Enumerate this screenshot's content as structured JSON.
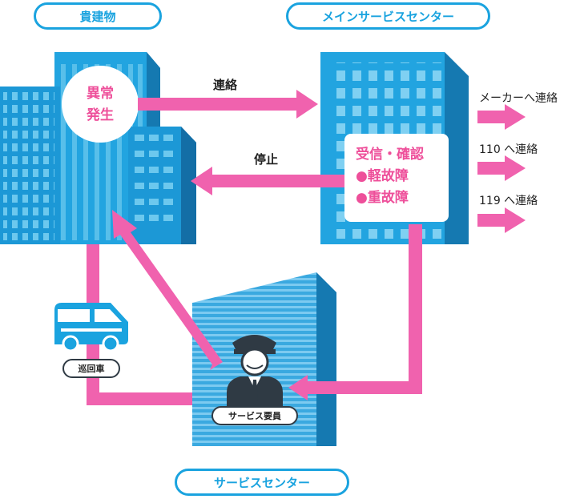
{
  "labels": {
    "building_title": "貴建物",
    "main_center_title": "メインサービスセンター",
    "service_center_title": "サービスセンター",
    "anomaly": [
      "異常",
      "発生"
    ],
    "contact": "連絡",
    "stop": "停止",
    "receipt_lines": [
      "受信・確認",
      "●軽故障",
      "●重故障"
    ],
    "maker_contact": "メーカーへ連絡",
    "contact_110": "110 へ連絡",
    "contact_119": "119 へ連絡",
    "patrol_car": "巡回車",
    "service_staff": "サービス要員"
  },
  "colors": {
    "accent_blue": "#1aa3df",
    "arrow_pink": "#f062ae",
    "text_pink": "#ee4f9a"
  },
  "icons": [
    "patrol-car-icon",
    "service-staff-icon"
  ]
}
